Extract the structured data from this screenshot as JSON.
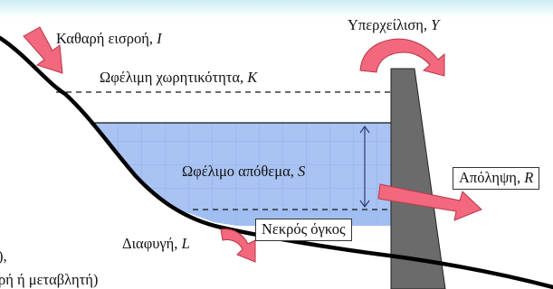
{
  "labels": {
    "inflow": {
      "text": "Καθαρή εισροή, ",
      "var": "I"
    },
    "spill": {
      "text": "Υπερχείλιση, ",
      "var": "Y"
    },
    "useful_capacity": {
      "text": "Ωφέλιμη χωρητικότητα, ",
      "var": "K"
    },
    "useful_storage": {
      "text": "Ωφέλιμο απόθεμα, ",
      "var": "S"
    },
    "release": {
      "text": "Απόληψη, ",
      "var": "R"
    },
    "leakage": {
      "text": "Διαφυγή, ",
      "var": "L"
    },
    "dead_volume": {
      "text": "Νεκρός όγκος"
    }
  },
  "left_edge_text": {
    "line1": "),",
    "line2": "ρή ή μεταβλητή)"
  },
  "colors": {
    "water": "#a9c3f2",
    "water_grid": "#8db0ea",
    "dam": "#6b6b6b",
    "arrow_fill": "#f2687c",
    "arrow_edge": "#b8374a",
    "ground": "#000000",
    "top_band": "#dff3f6"
  }
}
